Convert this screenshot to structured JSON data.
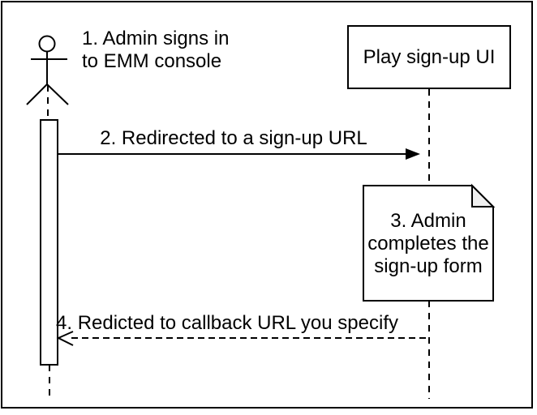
{
  "colors": {
    "stroke": "#000000",
    "background": "#ffffff",
    "note_fill": "#ffffff",
    "note_fold_fill": "#f0f0f0"
  },
  "participants": {
    "admin": {
      "icon": "actor-stick-figure",
      "label": ""
    },
    "play_signup_ui": {
      "label": "Play sign-up UI"
    }
  },
  "messages": {
    "m1": {
      "kind": "annotation",
      "line1": "1. Admin signs in",
      "line2": "to EMM console"
    },
    "m2": {
      "kind": "solid-arrow",
      "from": "admin",
      "to": "play_signup_ui",
      "text": "2. Redirected to a sign-up URL"
    },
    "m3": {
      "kind": "note",
      "line1": "3. Admin",
      "line2": "completes the",
      "line3": "sign-up form"
    },
    "m4": {
      "kind": "dashed-arrow",
      "from": "play_signup_ui",
      "to": "admin",
      "text": "4. Redicted to callback URL you specify"
    }
  }
}
